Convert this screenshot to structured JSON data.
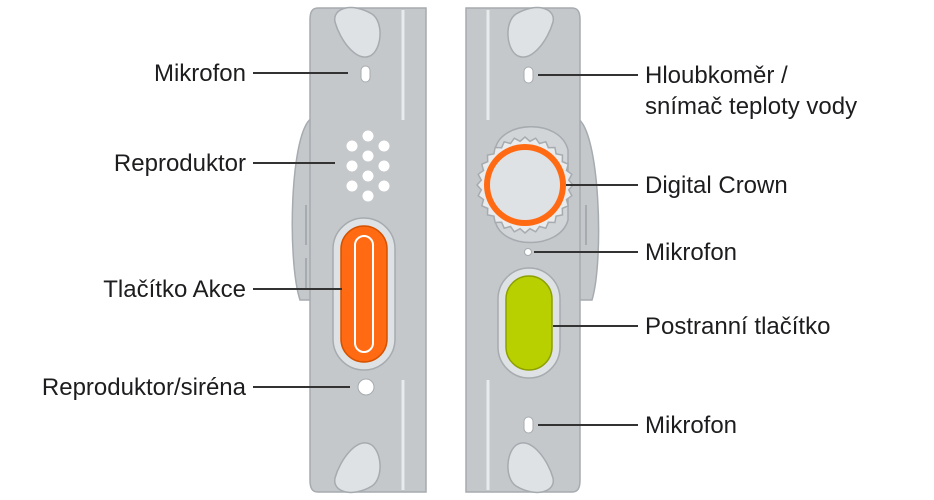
{
  "left_labels": {
    "microphone": "Mikrofon",
    "speaker": "Reproduktor",
    "action_button": "Tlačítko Akce",
    "speaker_siren": "Reproduktor/siréna"
  },
  "right_labels": {
    "depth_gauge_line1": "Hloubkoměr /",
    "depth_gauge_line2": "snímač teploty vody",
    "digital_crown": "Digital Crown",
    "microphone_top": "Mikrofon",
    "side_button": "Postranní tlačítko",
    "microphone_bottom": "Mikrofon"
  },
  "colors": {
    "case": "#c4c8cb",
    "case_edge": "#a6abaf",
    "action_button": "#ff6a13",
    "side_button": "#b9d000",
    "crown_ring": "#ff6a13",
    "leader_line": "#333333"
  }
}
